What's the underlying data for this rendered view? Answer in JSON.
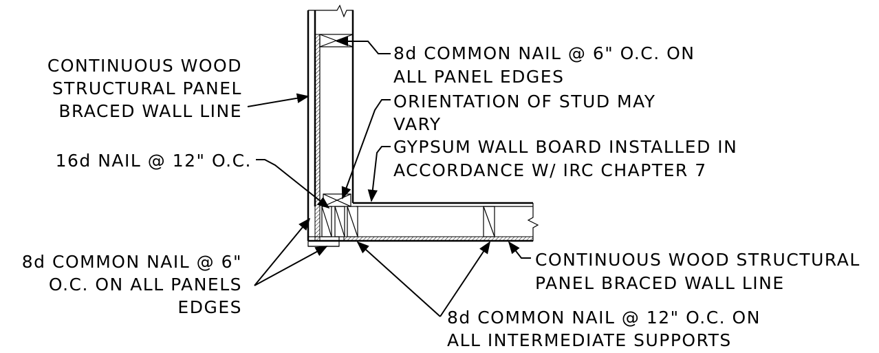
{
  "labels": {
    "nail_8d_6oc_line1": "8d COMMON NAIL @ 6\" O.C. ON",
    "nail_8d_6oc_line2": "ALL PANEL EDGES",
    "stud_orientation_line1": "ORIENTATION OF STUD MAY",
    "stud_orientation_line2": "VARY",
    "gypsum_line1": "GYPSUM WALL BOARD INSTALLED IN",
    "gypsum_line2": "ACCORDANCE W/ IRC CHAPTER 7",
    "continuous_left_line1": "CONTINUOUS WOOD",
    "continuous_left_line2": "STRUCTURAL PANEL",
    "continuous_left_line3": "BRACED WALL LINE",
    "nail_16d": "16d NAIL @ 12\" O.C.",
    "nail_8d_panels_line1": "8d COMMON NAIL @ 6\"",
    "nail_8d_panels_line2": "O.C. ON ALL PANELS",
    "nail_8d_panels_line3": "EDGES",
    "continuous_right_line1": "CONTINUOUS WOOD STRUCTURAL",
    "continuous_right_line2": "PANEL BRACED WALL LINE",
    "nail_8d_12oc_line1": "8d COMMON NAIL @ 12\" O.C. ON",
    "nail_8d_12oc_line2": "ALL INTERMEDIATE SUPPORTS"
  }
}
